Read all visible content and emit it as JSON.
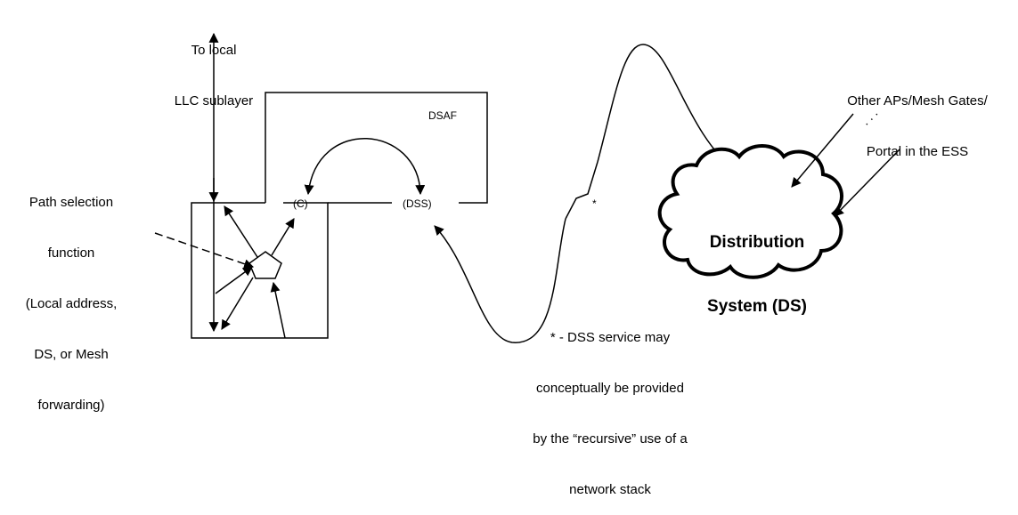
{
  "labels": {
    "llc_line1": "To local",
    "llc_line2": "LLC sublayer",
    "path_line1": "Path selection",
    "path_line2": "function",
    "path_line3": "(Local address,",
    "path_line4": "DS, or Mesh",
    "path_line5": "forwarding)",
    "dsaf": "DSAF",
    "c_port": "(C)",
    "dss_port": "(DSS)",
    "ds_line1": "Distribution",
    "ds_line2": "System (DS)",
    "other_line1": "Other APs/Mesh Gates/",
    "other_line2": "Portal in the ESS",
    "dots": ". . .",
    "star": "*",
    "note_line1": "* - DSS service may",
    "note_line2": "conceptually be provided",
    "note_line3": "by the “recursive” use of a",
    "note_line4": "network stack"
  }
}
